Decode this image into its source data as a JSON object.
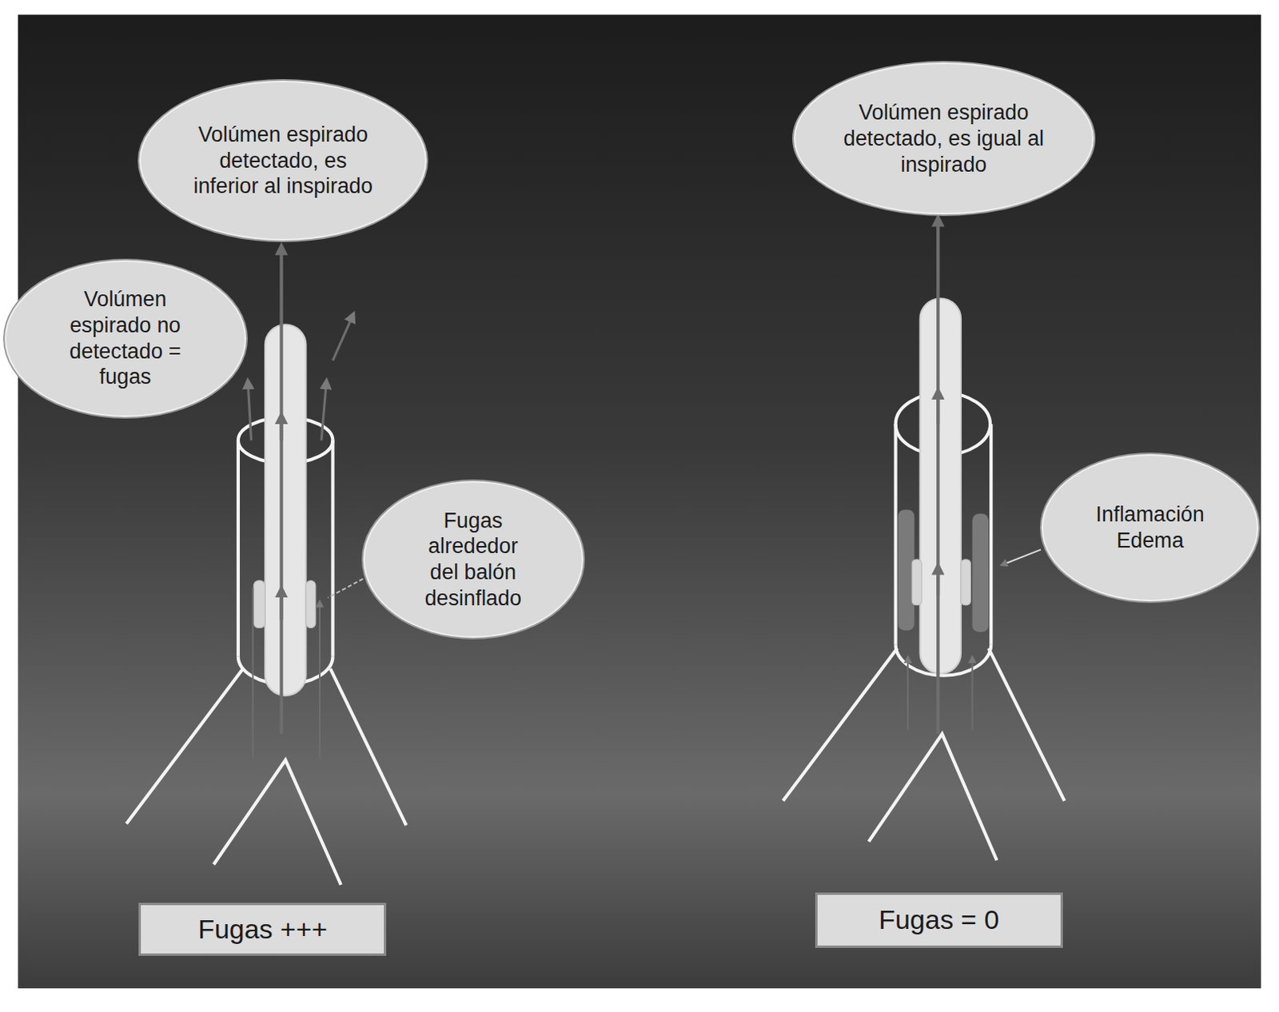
{
  "diagram": {
    "nodes": [
      {
        "text": [
          "Volúmen espirado detectado, es inferior al inspirado"
        ]
      },
      {
        "text": [
          "Volúmen espirado no detectado = fugas"
        ]
      },
      {
        "text": [
          "Fugas alrededor del balón desinflado"
        ]
      },
      {
        "text": [
          "Fugas +++"
        ]
      },
      {
        "text": [
          "Volúmen espirado detectado, es igual al inspirado"
        ]
      },
      {
        "text": [
          "Inflamación Edema"
        ]
      },
      {
        "text": [
          "Fugas = 0"
        ]
      }
    ]
  }
}
